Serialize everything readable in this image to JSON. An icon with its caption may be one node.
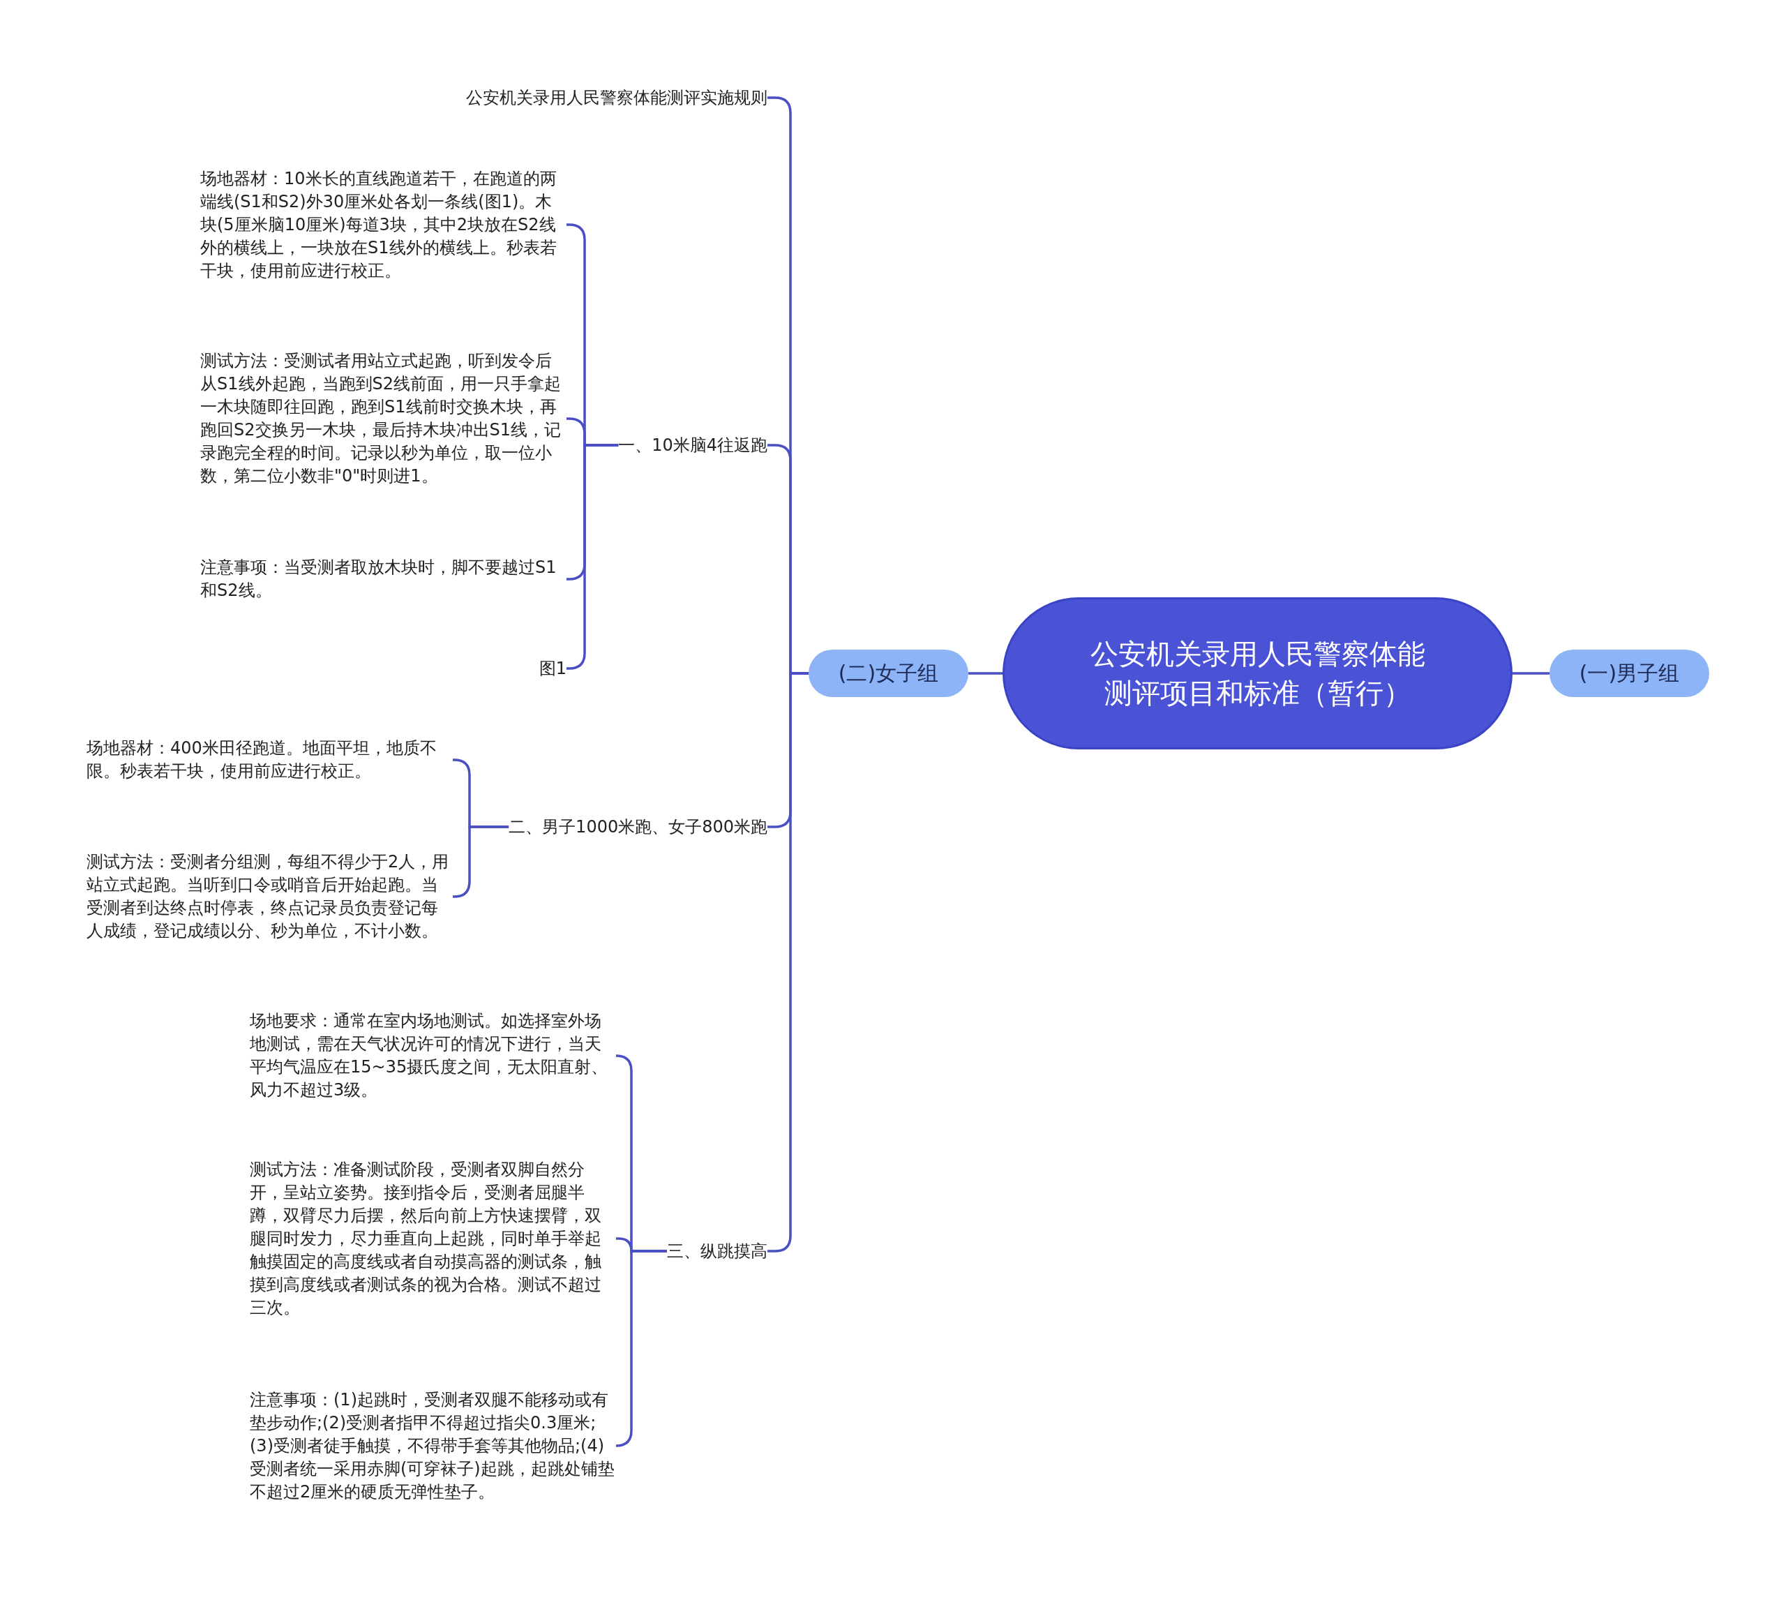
{
  "diagram": {
    "nodes": [
      {
        "text": [
          "公安机关录用人民警察体能测评项目和标准（暂行）"
        ]
      },
      {
        "text": [
          "(一)男子组"
        ]
      },
      {
        "text": [
          "(二)女子组"
        ]
      },
      {
        "text": [
          "公安机关录用人民警察体能测评实施规则"
        ]
      },
      {
        "text": [
          "一、10米脑4往返跑"
        ]
      },
      {
        "text": [
          "场地器材：10米长的直线跑道若干，在跑道的两端线(S1和S2)外30厘米处各划一条线(图1)。木块(5厘米脑10厘米)每道3块，其中2块放在S2线外的横线上，一块放在S1线外的横线上。秒表若干块，使用前应进行校正。"
        ]
      },
      {
        "text": [
          "测试方法：受测试者用站立式起跑，听到发令后从S1线外起跑，当跑到S2线前面，用一只手拿起一木块随即往回跑，跑到S1线前时交换木块，再跑回S2交换另一木块，最后持木块冲出S1线，记录跑完全程的时间。记录以秒为单位，取一位小数，第二位小数非\"0\"时则进1。"
        ]
      },
      {
        "text": [
          "注意事项：当受测者取放木块时，脚不要越过S1和S2线。"
        ]
      },
      {
        "text": [
          "图1"
        ]
      },
      {
        "text": [
          "二、男子1000米跑、女子800米跑"
        ]
      },
      {
        "text": [
          "场地器材：400米田径跑道。地面平坦，地质不限。秒表若干块，使用前应进行校正。"
        ]
      },
      {
        "text": [
          "测试方法：受测者分组测，每组不得少于2人，用站立式起跑。当听到口令或哨音后开始起跑。当受测者到达终点时停表，终点记录员负责登记每人成绩，登记成绩以分、秒为单位，不计小数。"
        ]
      },
      {
        "text": [
          "三、纵跳摸高"
        ]
      },
      {
        "text": [
          "场地要求：通常在室内场地测试。如选择室外场地测试，需在天气状况许可的情况下进行，当天平均气温应在15~35摄氏度之间，无太阳直射、风力不超过3级。"
        ]
      },
      {
        "text": [
          "测试方法：准备测试阶段，受测者双脚自然分开，呈站立姿势。接到指令后，受测者屈腿半蹲，双臂尽力后摆，然后向前上方快速摆臂，双腿同时发力，尽力垂直向上起跳，同时单手举起触摸固定的高度线或者自动摸高器的测试条，触摸到高度线或者测试条的视为合格。测试不超过三次。"
        ]
      },
      {
        "text": [
          "注意事项：(1)起跳时，受测者双腿不能移动或有垫步动作;(2)受测者指甲不得超过指尖0.3厘米;(3)受测者徒手触摸，不得带手套等其他物品;(4)受测者统一采用赤脚(可穿袜子)起跳，起跳处铺垫不超过2厘米的硬质无弹性垫子。"
        ]
      }
    ],
    "edges": [
      {
        "from": 0,
        "to": 1,
        "arrow": "none"
      },
      {
        "from": 0,
        "to": 2,
        "arrow": "none"
      },
      {
        "from": 2,
        "to": 3,
        "arrow": "none"
      },
      {
        "from": 2,
        "to": 4,
        "arrow": "none"
      },
      {
        "from": 2,
        "to": 9,
        "arrow": "none"
      },
      {
        "from": 2,
        "to": 12,
        "arrow": "none"
      },
      {
        "from": 4,
        "to": 5,
        "arrow": "none"
      },
      {
        "from": 4,
        "to": 6,
        "arrow": "none"
      },
      {
        "from": 4,
        "to": 7,
        "arrow": "none"
      },
      {
        "from": 4,
        "to": 8,
        "arrow": "none"
      },
      {
        "from": 9,
        "to": 10,
        "arrow": "none"
      },
      {
        "from": 9,
        "to": 11,
        "arrow": "none"
      },
      {
        "from": 12,
        "to": 13,
        "arrow": "none"
      },
      {
        "from": 12,
        "to": 14,
        "arrow": "none"
      },
      {
        "from": 12,
        "to": 15,
        "arrow": "none"
      }
    ]
  }
}
